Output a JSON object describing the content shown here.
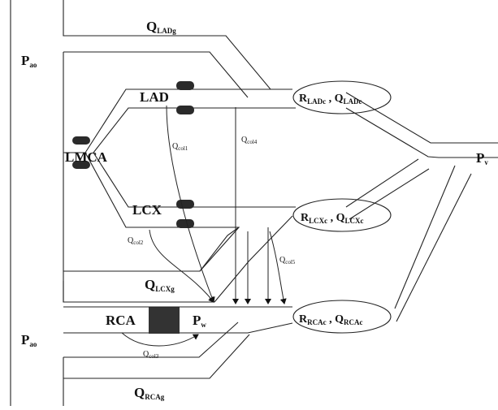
{
  "labels": {
    "pao": "P",
    "pao_sub": "ao",
    "pao2": "P",
    "pao2_sub": "ao",
    "pv": "P",
    "pv_sub": "v",
    "pw": "P",
    "pw_sub": "w",
    "lad": "LAD",
    "lmca": "LMCA",
    "lcx": "LCX",
    "rca": "RCA",
    "q_lad_g": "Q",
    "q_lad_g_sub": "LADg",
    "q_lcx_g": "Q",
    "q_lcx_g_sub": "LCXg",
    "q_rca_g": "Q",
    "q_rca_g_sub": "RCAg",
    "q_col1": "Q",
    "q_col1_sub": "col1",
    "q_col2": "Q",
    "q_col2_sub": "col2",
    "q_col3": "Q",
    "q_col3_sub": "col3",
    "q_col4": "Q",
    "q_col4_sub": "col4",
    "q_col5": "Q",
    "q_col5_sub": "col5",
    "r_ladc": "R",
    "r_ladc_sub": "LADc",
    "r_ladc_sep": " , ",
    "q_ladc": "Q",
    "q_ladc_sub": "LADc",
    "r_lcxc": "R",
    "r_lcxc_sub": "LCXc",
    "r_lcxc_sep": " , ",
    "q_lcxc": "Q",
    "q_lcxc_sub": "LCXc",
    "r_rcac": "R",
    "r_rcac_sub": "RCAc",
    "r_rcac_sep": " , ",
    "q_rcac": "Q",
    "q_rcac_sub": "RCAc"
  }
}
